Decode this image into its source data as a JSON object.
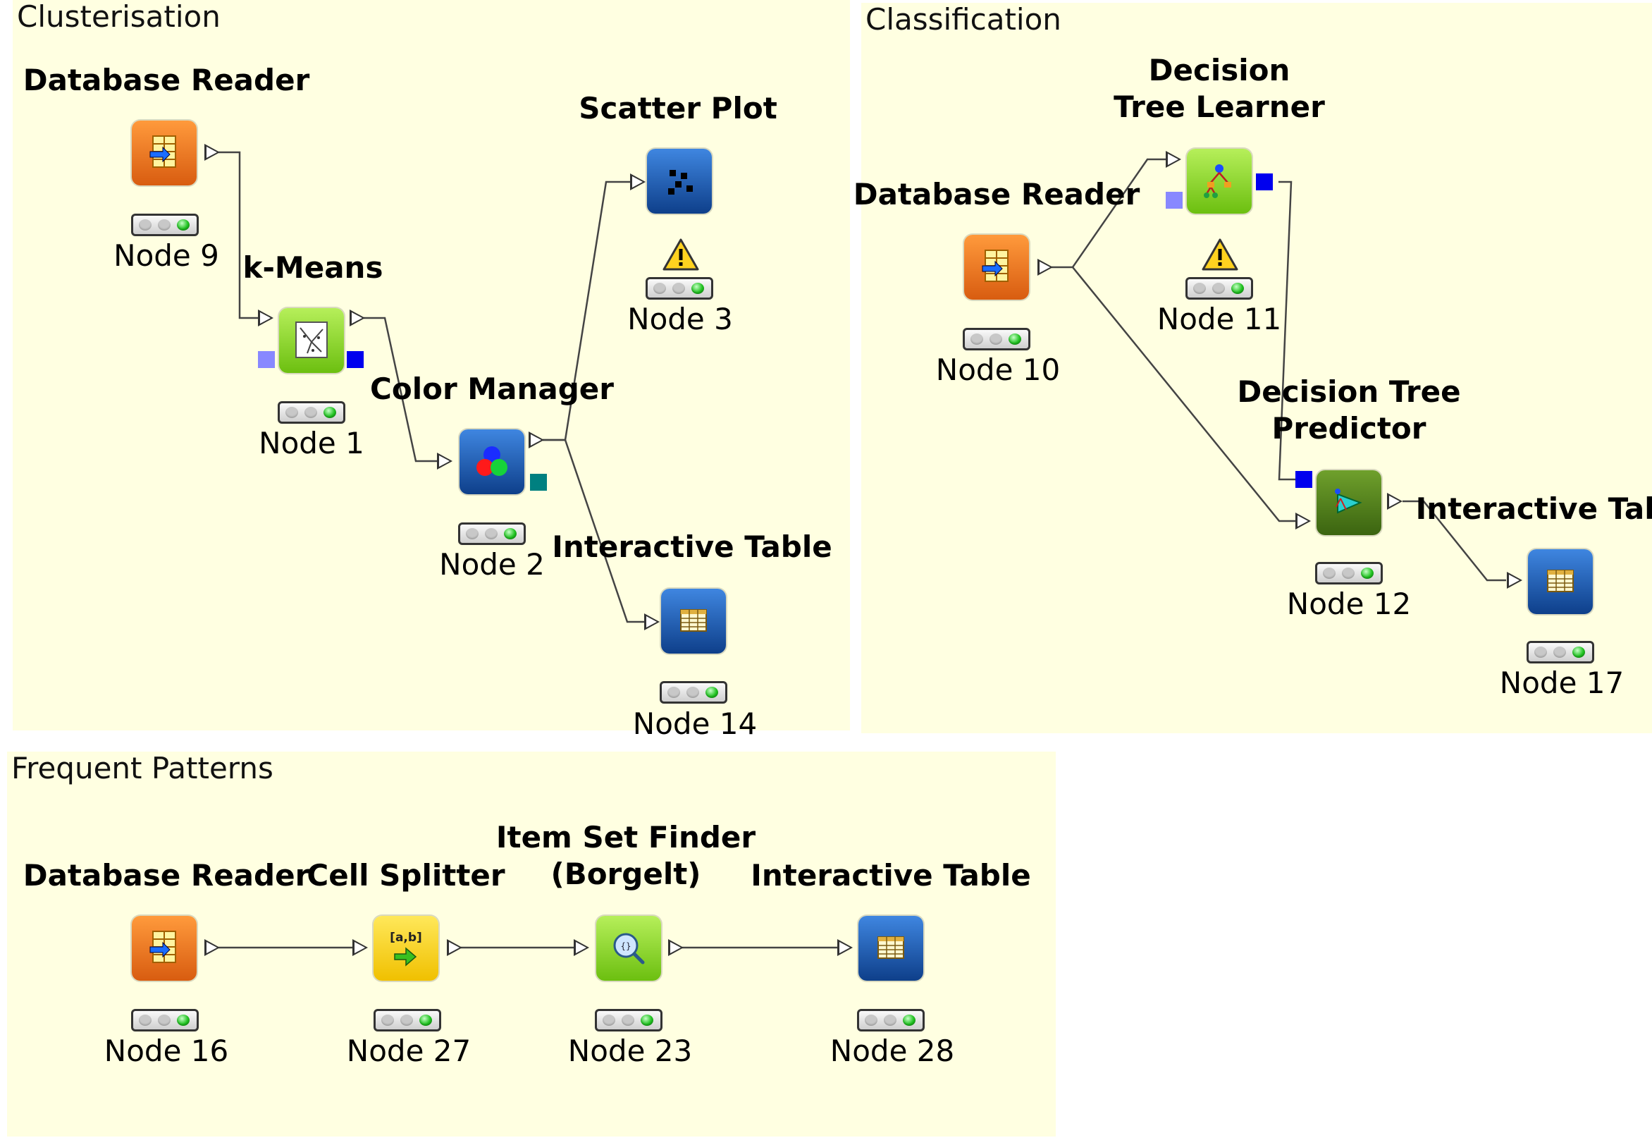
{
  "annotations": [
    {
      "id": "clusterisation",
      "title": "Clusterisation"
    },
    {
      "id": "classification",
      "title": "Classification"
    },
    {
      "id": "frequent",
      "title": "Frequent Patterns"
    }
  ],
  "nodes": [
    {
      "id": "n9",
      "label": "Database Reader",
      "name": "Node 9",
      "type": "db-reader",
      "warning": false
    },
    {
      "id": "n1",
      "label": "k-Means",
      "name": "Node 1",
      "type": "kmeans",
      "warning": false
    },
    {
      "id": "n2",
      "label": "Color Manager",
      "name": "Node 2",
      "type": "color",
      "warning": false
    },
    {
      "id": "n3",
      "label": "Scatter Plot",
      "name": "Node 3",
      "type": "scatter",
      "warning": true
    },
    {
      "id": "n14",
      "label": "Interactive Table",
      "name": "Node 14",
      "type": "table",
      "warning": false
    },
    {
      "id": "n10",
      "label": "Database Reader",
      "name": "Node 10",
      "type": "db-reader",
      "warning": false
    },
    {
      "id": "n11",
      "label": "Decision\nTree Learner",
      "name": "Node 11",
      "type": "dt-learner",
      "warning": true
    },
    {
      "id": "n12",
      "label": "Decision Tree\nPredictor",
      "name": "Node 12",
      "type": "dt-predict",
      "warning": false
    },
    {
      "id": "n17",
      "label": "Interactive Tab",
      "name": "Node 17",
      "type": "table",
      "warning": false
    },
    {
      "id": "n16",
      "label": "Database Reader",
      "name": "Node 16",
      "type": "db-reader",
      "warning": false
    },
    {
      "id": "n27",
      "label": "Cell Splitter",
      "name": "Node 27",
      "type": "splitter",
      "warning": false
    },
    {
      "id": "n23",
      "label": "Item Set Finder\n(Borgelt)",
      "name": "Node 23",
      "type": "itemset",
      "warning": false
    },
    {
      "id": "n28",
      "label": "Interactive Table",
      "name": "Node 28",
      "type": "table",
      "warning": false
    }
  ],
  "splitter_glyph": "[a,b]",
  "colors": {
    "annotation_bg": "#ffffe1",
    "reader_orange": "#e8731a",
    "learner_green": "#7ccd1c",
    "predictor_green": "#4d7a1a",
    "viewer_blue": "#1d5cad",
    "splitter_yellow": "#f7d21e",
    "data_port_light": "#8888ff",
    "model_port_blue": "#0000ee",
    "color_port_teal": "#008080",
    "status_green": "#21c321"
  }
}
